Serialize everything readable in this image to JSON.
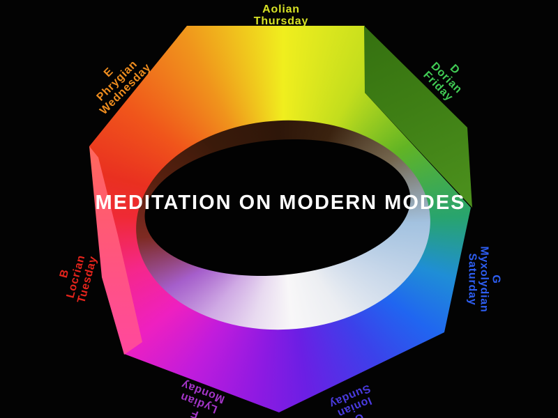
{
  "background_color": "#030303",
  "title": {
    "line1": "MEDITATION ON",
    "line2": "MODERN MODES",
    "color": "#ffffff"
  },
  "labels": {
    "aeolian": {
      "lines": [
        "Aolian",
        "Thursday"
      ],
      "color": "#d8e326"
    },
    "dorian": {
      "lines": [
        "D",
        "Dorian",
        "Friday"
      ],
      "color": "#41cc55"
    },
    "mixolydian": {
      "lines": [
        "G",
        "Myxolydian",
        "Saturday"
      ],
      "color": "#2e5ef2"
    },
    "ionian": {
      "lines": [
        "C",
        "Ionian",
        "Sunday"
      ],
      "color": "#4a3be0"
    },
    "lydian": {
      "lines": [
        "F",
        "Lydian",
        "Monday"
      ],
      "color": "#a435c8"
    },
    "locrian": {
      "lines": [
        "B",
        "Locrian",
        "Tuesday"
      ],
      "color": "#e6241c"
    },
    "phrygian": {
      "lines": [
        "E",
        "Phrygian",
        "Wednesday"
      ],
      "color": "#ef8d1f"
    }
  },
  "wheel_colors": {
    "yellow": "#f0ee1e",
    "green": "#62b424",
    "teal": "#28a46e",
    "blue": "#2066f0",
    "indigo": "#3c41ea",
    "violet": "#8d1ae2",
    "magenta": "#ee20c0",
    "pink": "#f5278c",
    "red": "#e93020",
    "orange": "#f0941c",
    "side_band_green": "#3f7f15",
    "side_facet_pink": "#ff5f68",
    "inner_wall_light": "#f8f7f8",
    "inner_wall_shadow": "#2e1609",
    "hole": "#020202"
  }
}
